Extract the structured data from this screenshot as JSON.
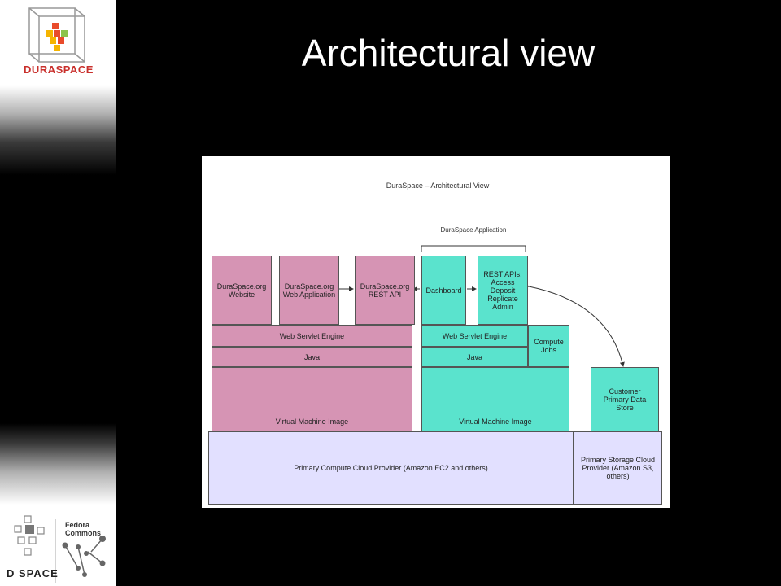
{
  "slide": {
    "title": "Architectural view"
  },
  "logos": {
    "top": "DURASPACE",
    "bottom_left": "D SPACE",
    "bottom_right": "Fedora Commons"
  },
  "diagram": {
    "title": "DuraSpace – Architectural View",
    "app_group_label": "DuraSpace Application",
    "website": "DuraSpace.org Website",
    "web_application": "DuraSpace.org Web Application",
    "rest_api": "DuraSpace.org REST API",
    "dashboard": "Dashboard",
    "rest_apis": "REST APIs: Access Deposit Replicate Admin",
    "servlet_left": "Web Servlet Engine",
    "java_left": "Java",
    "vm_left": "Virtual Machine Image",
    "servlet_right": "Web Servlet Engine",
    "java_right": "Java",
    "compute_jobs": "Compute Jobs",
    "vm_right": "Virtual Machine Image",
    "customer_store": "Customer Primary Data Store",
    "compute_provider": "Primary Compute Cloud Provider (Amazon EC2 and others)",
    "storage_provider": "Primary Storage Cloud Provider (Amazon S3, others)"
  },
  "colors": {
    "pink": "#d694b4",
    "teal": "#5ae3cd",
    "lavender": "#e2e0ff"
  }
}
